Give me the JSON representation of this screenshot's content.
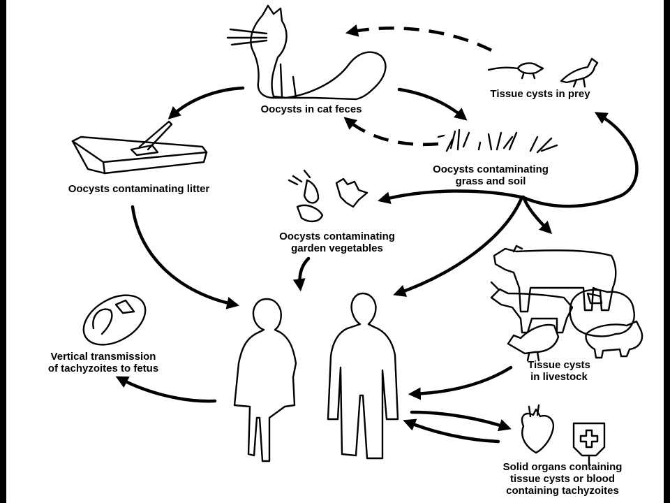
{
  "labels": {
    "cat": [
      "Oocysts in cat feces"
    ],
    "prey": [
      "Tissue cysts in prey"
    ],
    "litter": [
      "Oocysts contaminating litter"
    ],
    "soil": [
      "Oocysts contaminating",
      "grass and soil"
    ],
    "vegetables": [
      "Oocysts contaminating",
      "garden vegetables"
    ],
    "fetus": [
      "Vertical transmission",
      "of tachyzoites to fetus"
    ],
    "livestock": [
      "Tissue cysts",
      "in livestock"
    ],
    "organs": [
      "Solid organs containing",
      "tissue cysts or blood",
      "containing tachyzoites"
    ]
  }
}
